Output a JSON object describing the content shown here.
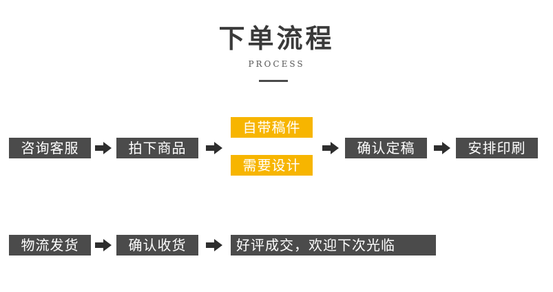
{
  "header": {
    "title": "下单流程",
    "subtitle": "PROCESS"
  },
  "colors": {
    "box_dark": "#4b4b4b",
    "box_accent": "#f7b500",
    "arrow": "#2e2e2e",
    "text_on_box": "#ffffff"
  },
  "flow_row_1": {
    "steps": [
      "咨询客服",
      "拍下商品",
      "确认定稿",
      "安排印刷"
    ],
    "options": [
      "自带稿件",
      "需要设计"
    ]
  },
  "flow_row_2": {
    "steps": [
      "物流发货",
      "确认收货",
      "好评成交，欢迎下次光临"
    ]
  },
  "icons": [
    "arrow-right-icon"
  ]
}
